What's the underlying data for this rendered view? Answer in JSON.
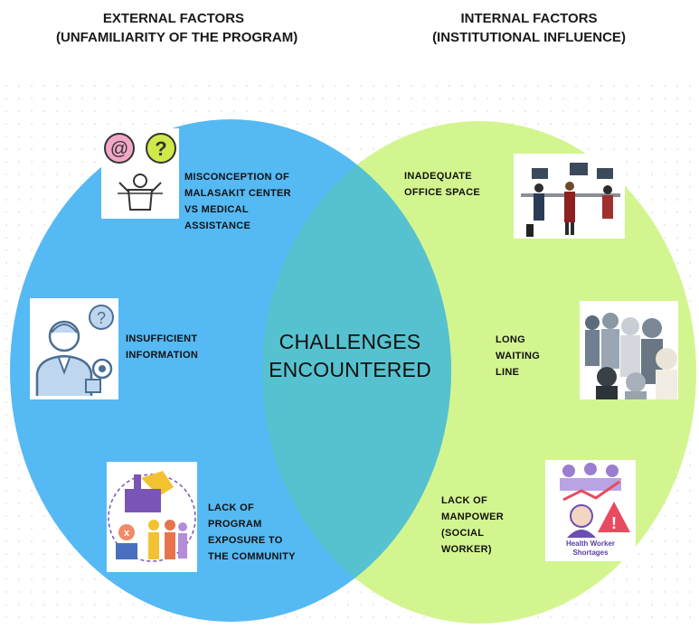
{
  "left_header": [
    "EXTERNAL FACTORS",
    "(UNFAMILIARITY OF THE PROGRAM)"
  ],
  "right_header": [
    "INTERNAL FACTORS",
    "(INSTITUTIONAL INFLUENCE)"
  ],
  "center_label": [
    "CHALLENGES",
    "ENCOUNTERED"
  ],
  "external_items": [
    {
      "lines": [
        "MISCONCEPTION OF",
        "MALASAKIT CENTER",
        "VS MEDICAL",
        "ASSISTANCE"
      ],
      "icon": "question-bubbles-person-icon"
    },
    {
      "lines": [
        "INSUFFICIENT",
        "INFORMATION"
      ],
      "icon": "confused-person-icon"
    },
    {
      "lines": [
        "LACK OF",
        "PROGRAM",
        "EXPOSURE TO",
        "THE COMMUNITY"
      ],
      "icon": "community-people-icon"
    }
  ],
  "internal_items": [
    {
      "lines": [
        "INADEQUATE",
        "OFFICE SPACE"
      ],
      "icon": "office-workers-icon"
    },
    {
      "lines": [
        "LONG",
        "WAITING",
        "LINE"
      ],
      "icon": "queue-people-icon"
    },
    {
      "lines": [
        "LACK OF",
        "MANPOWER",
        "(SOCIAL",
        "WORKER)"
      ],
      "icon": "health-worker-shortage-icon"
    }
  ],
  "shortage_image_caption": [
    "Health Worker",
    "Shortages"
  ],
  "colors": {
    "left_circle": "#55b9f3",
    "right_circle": "#d3f58f",
    "overlap": "#57c2cf"
  }
}
